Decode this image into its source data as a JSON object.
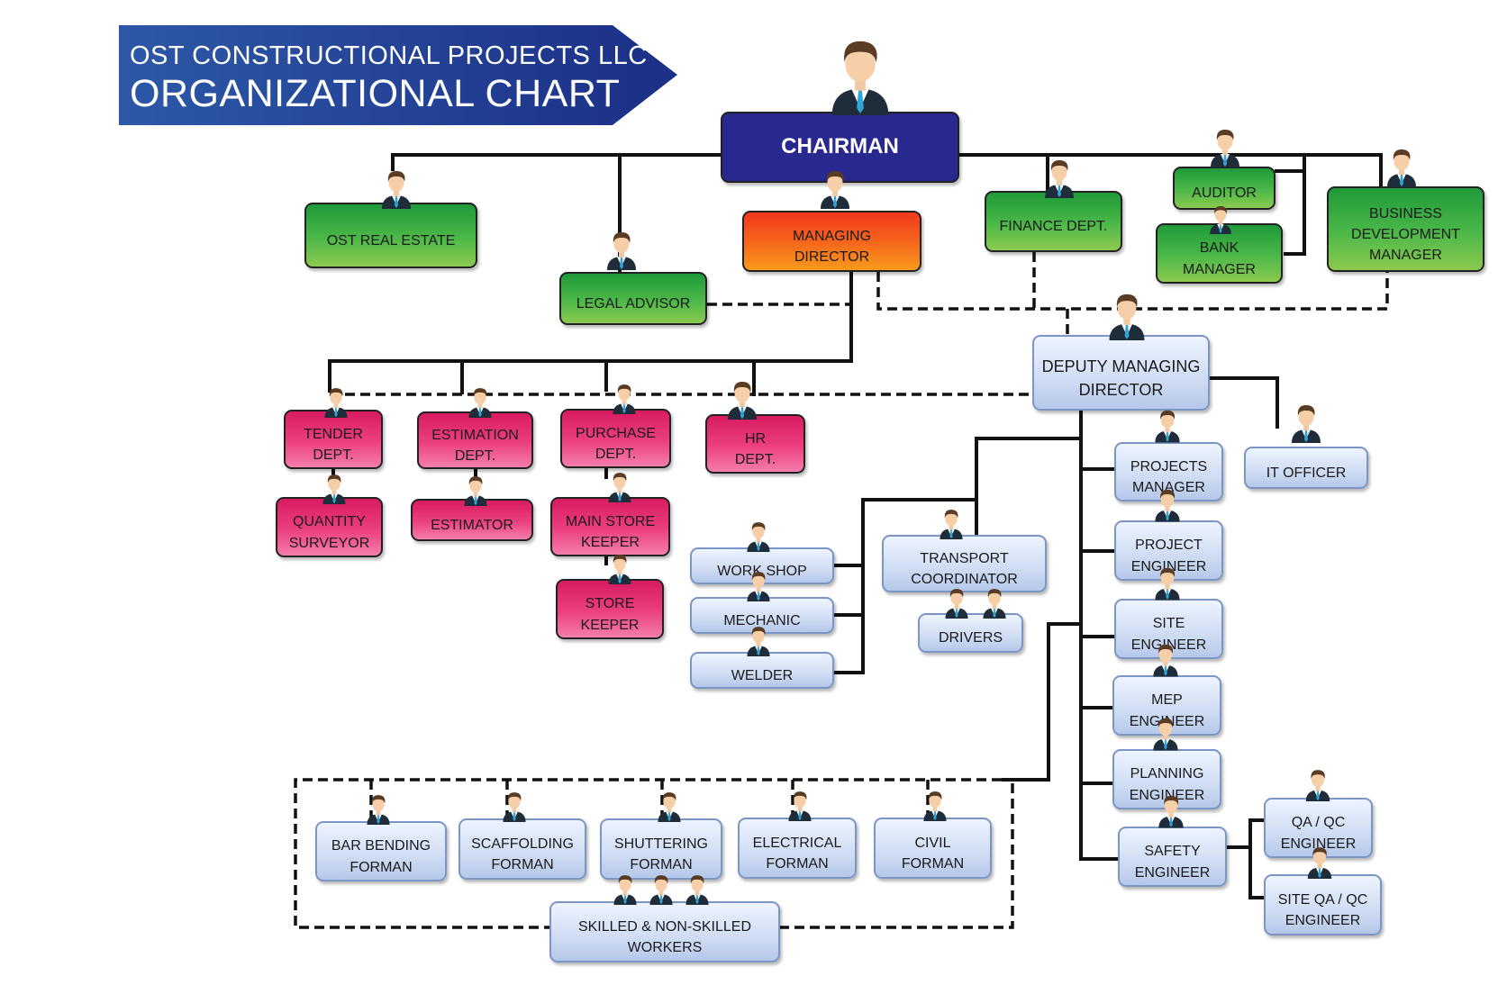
{
  "header": {
    "company": "OST CONSTRUCTIONAL PROJECTS LLC",
    "title": "ORGANIZATIONAL CHART",
    "banner_color": "#1e3c8c"
  },
  "icons": {
    "person": "person-icon"
  },
  "colors": {
    "chairman": "#28288f",
    "managing": "#f56a1c",
    "external": "#4cb848",
    "departments": "#ec4080",
    "operations": "#cfdcf3"
  },
  "nodes": {
    "chairman": "CHAIRMAN",
    "ost_real_estate": "OST REAL ESTATE",
    "legal_advisor": "LEGAL ADVISOR",
    "managing_director": "MANAGING\nDIRECTOR",
    "finance_dept": "FINANCE DEPT.",
    "auditor": "AUDITOR",
    "bank_manager": "BANK\nMANAGER",
    "business_dev_manager": "BUSINESS\nDEVELOPMENT\nMANAGER",
    "deputy_md": "DEPUTY MANAGING\nDIRECTOR",
    "tender_dept": "TENDER\nDEPT.",
    "estimation_dept": "ESTIMATION\nDEPT.",
    "purchase_dept": "PURCHASE\nDEPT.",
    "hr_dept": "HR\nDEPT.",
    "quantity_surveyor": "QUANTITY\nSURVEYOR",
    "estimator": "ESTIMATOR",
    "main_store_keeper": "MAIN STORE\nKEEPER",
    "store_keeper": "STORE\nKEEPER",
    "work_shop": "WORK SHOP",
    "mechanic": "MECHANIC",
    "welder": "WELDER",
    "transport_coordinator": "TRANSPORT\nCOORDINATOR",
    "drivers": "DRIVERS",
    "projects_manager": "PROJECTS\nMANAGER",
    "project_engineer": "PROJECT\nENGINEER",
    "site_engineer": "SITE\nENGINEER",
    "mep_engineer": "MEP\nENGINEER",
    "planning_engineer": "PLANNING\nENGINEER",
    "safety_engineer": "SAFETY\nENGINEER",
    "qa_qc_engineer": "QA / QC\nENGINEER",
    "site_qa_qc_engineer": "SITE QA / QC\nENGINEER",
    "it_officer": "IT OFFICER",
    "bar_bending_forman": "BAR BENDING\nFORMAN",
    "scaffolding_forman": "SCAFFOLDING\nFORMAN",
    "shuttering_forman": "SHUTTERING\nFORMAN",
    "electrical_forman": "ELECTRICAL\nFORMAN",
    "civil_forman": "CIVIL\nFORMAN",
    "workers": "SKILLED  & NON-SKILLED\nWORKERS"
  }
}
